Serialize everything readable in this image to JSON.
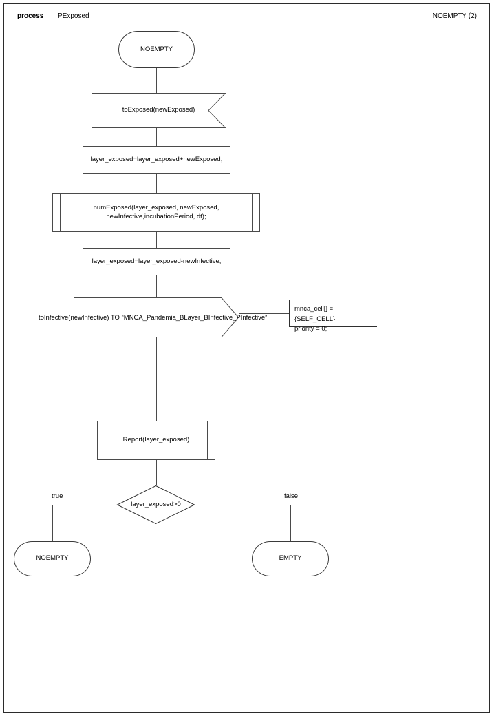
{
  "header": {
    "kind_label": "process",
    "process_name": "PExposed",
    "page_label": "NOEMPTY (2)"
  },
  "diagram": {
    "start_state": {
      "label": "NOEMPTY"
    },
    "input": {
      "label": "toExposed(newExposed)"
    },
    "task_add": {
      "label": "layer_exposed=layer_exposed+newExposed;"
    },
    "proc_numexposed": {
      "label": "numExposed(layer_exposed, newExposed,\nnewInfective,incubationPeriod, dt);"
    },
    "task_sub": {
      "label": "layer_exposed=layer_exposed-newInfective;"
    },
    "output": {
      "label": "toInfective(newInfective) TO “MNCA_Pandemia_BLayer_BInfective_PInfective”"
    },
    "note": {
      "label": "mnca_cell[] = {SELF_CELL};\npriority = 0;"
    },
    "proc_report": {
      "label": "Report(layer_exposed)"
    },
    "decision": {
      "label": "layer_exposed>0"
    },
    "branch_true": {
      "label": "true"
    },
    "branch_false": {
      "label": "false"
    },
    "end_state_true": {
      "label": "NOEMPTY"
    },
    "end_state_false": {
      "label": "EMPTY"
    }
  },
  "colors": {
    "line": "#4a4a4a",
    "frame": "#2b2b2b",
    "text": "#000000",
    "background": "#ffffff"
  }
}
